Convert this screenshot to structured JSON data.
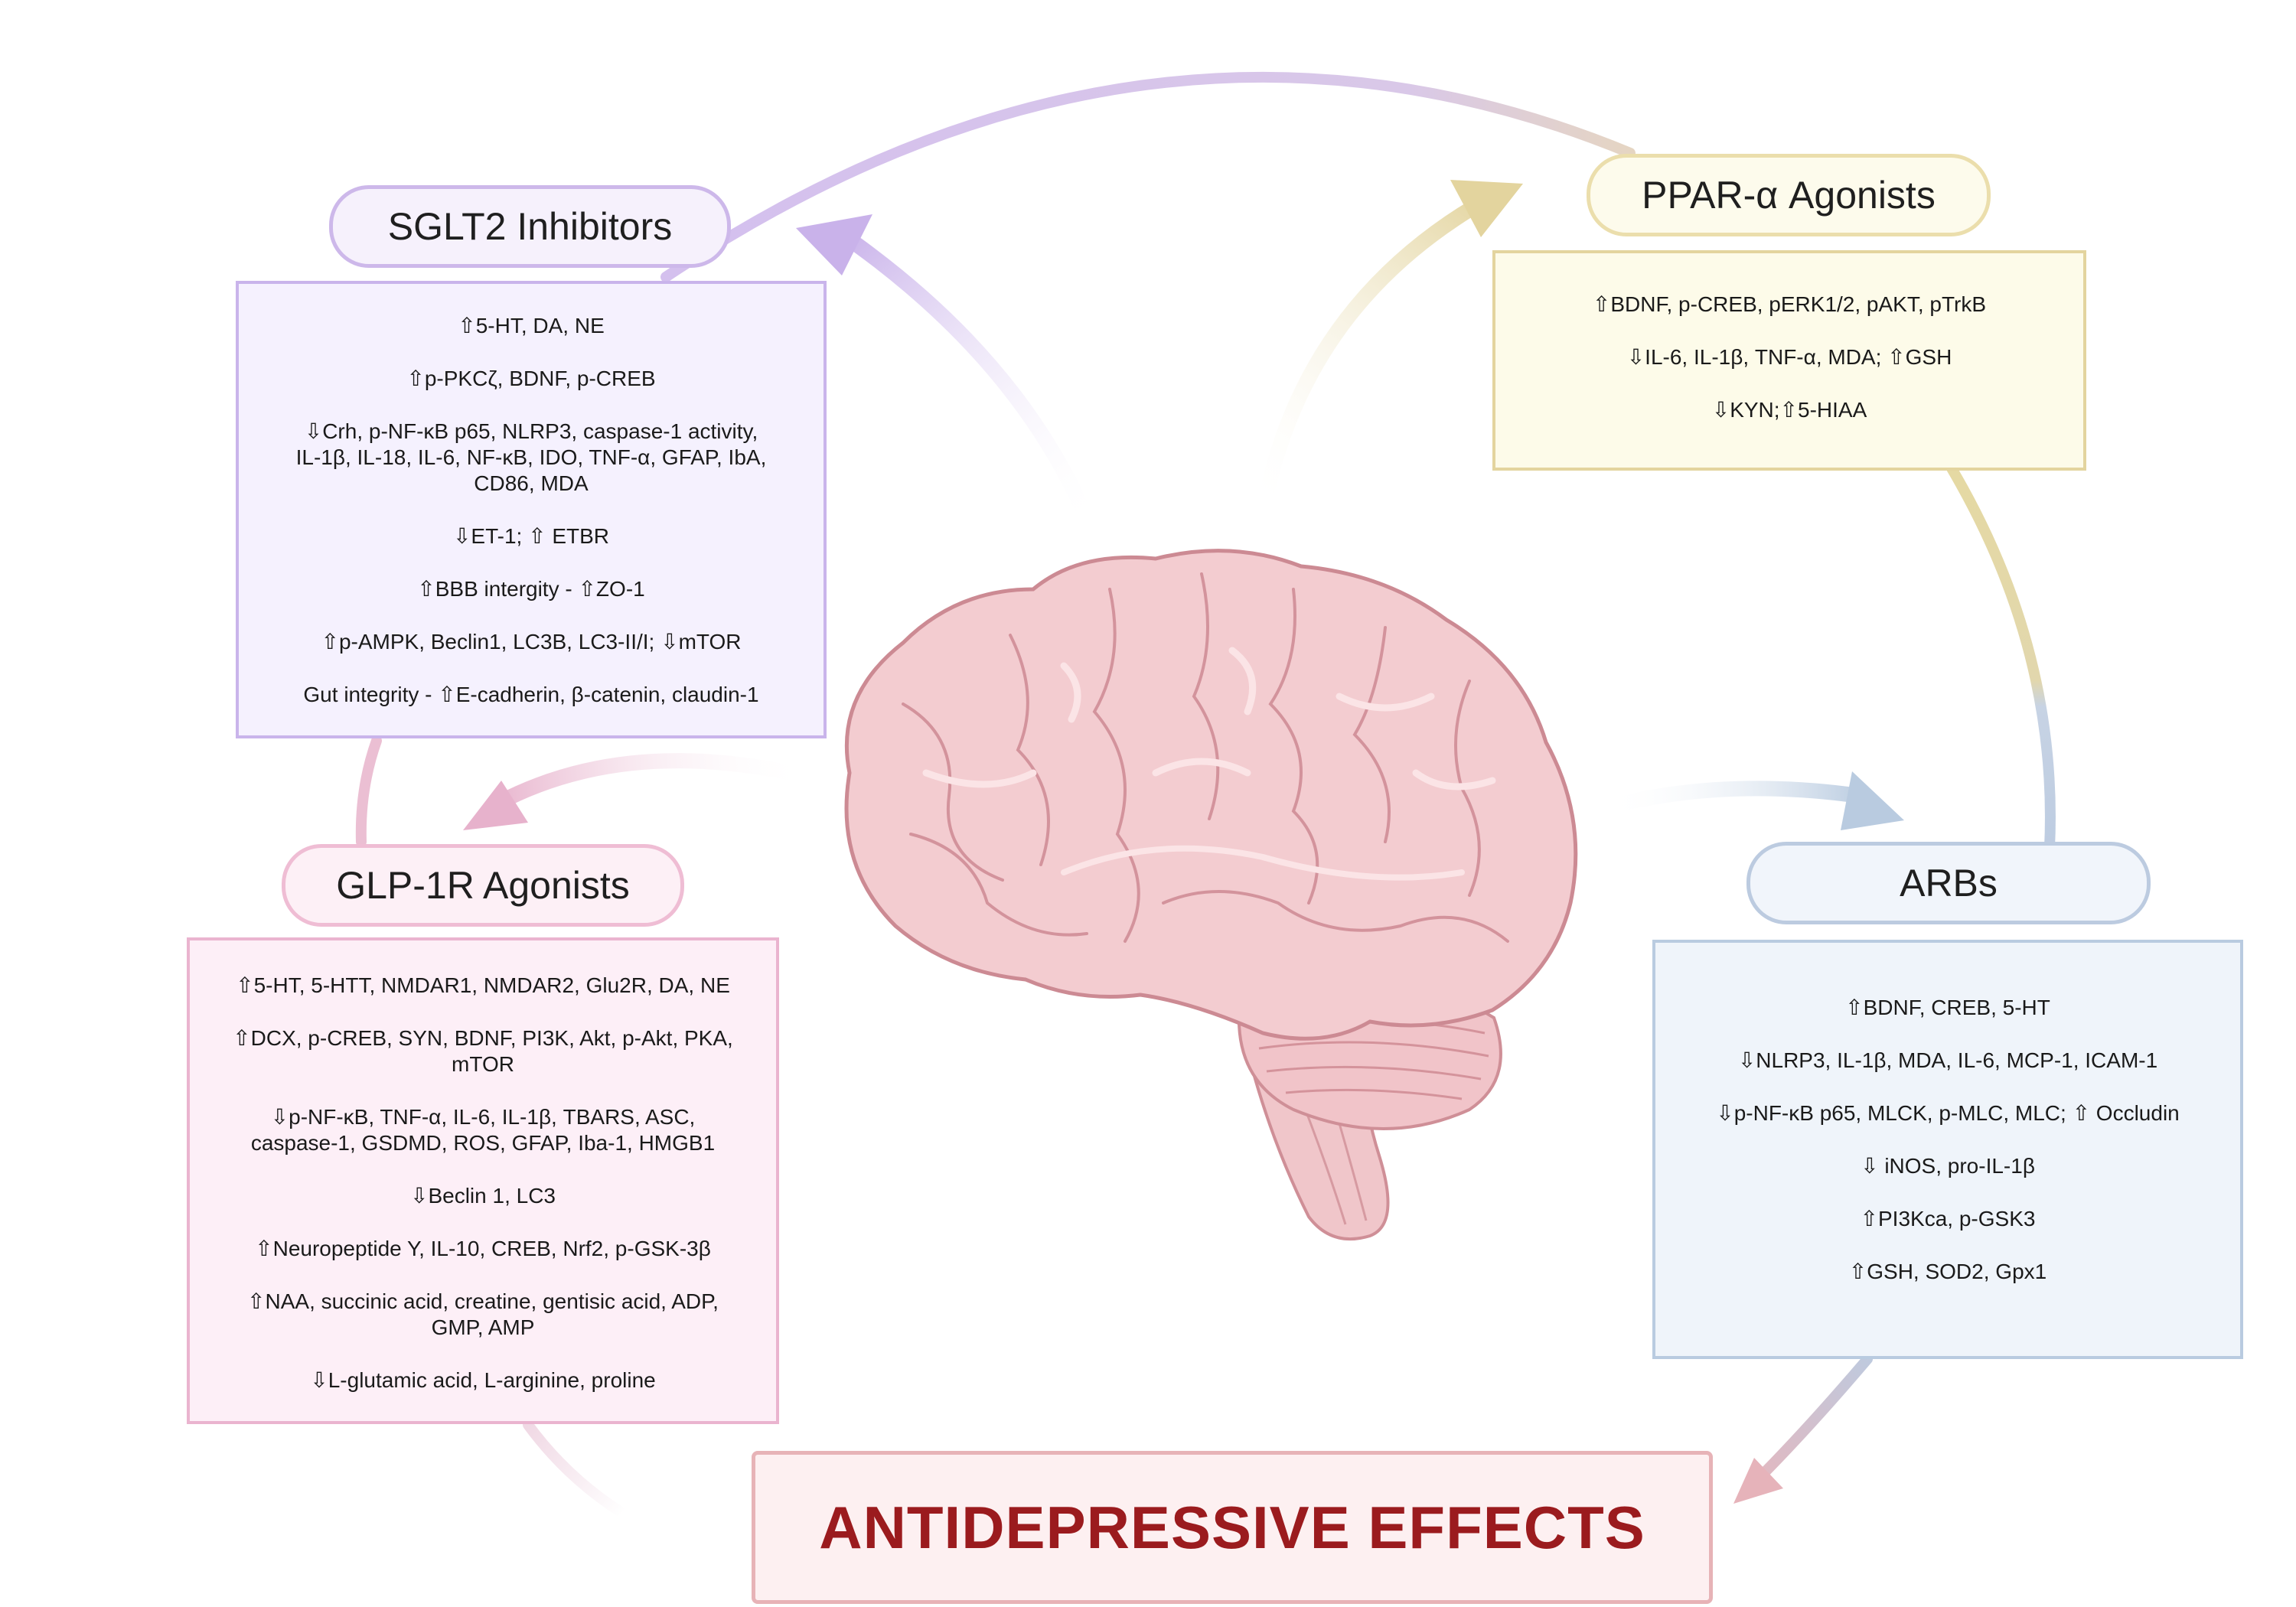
{
  "sglt2": {
    "title": "SGLT2 Inhibitors",
    "lines": [
      "⇧5-HT, DA, NE",
      "⇧p-PKCζ, BDNF, p-CREB",
      "⇩Crh, p-NF-κB p65, NLRP3, caspase-1 activity,\nIL-1β, IL-18, IL-6, NF-κB, IDO, TNF-α, GFAP, IbA,\nCD86, MDA",
      "⇩ET-1; ⇧ ETBR",
      "⇧BBB intergity - ⇧ZO-1",
      "⇧p-AMPK, Beclin1, LC3B, LC3-II/I; ⇩mTOR",
      "Gut integrity - ⇧E-cadherin, β-catenin, claudin-1"
    ]
  },
  "ppar": {
    "title": "PPAR-α Agonists",
    "lines": [
      "⇧BDNF, p-CREB, pERK1/2, pAKT, pTrkB",
      "⇩IL-6, IL-1β, TNF-α, MDA; ⇧GSH",
      "⇩KYN;⇧5-HIAA"
    ]
  },
  "glp1": {
    "title": "GLP-1R Agonists",
    "lines": [
      "⇧5-HT,  5-HTT, NMDAR1, NMDAR2, Glu2R, DA, NE",
      "⇧DCX, p-CREB, SYN, BDNF, PI3K, Akt, p-Akt, PKA,\nmTOR",
      "⇩p-NF-κB, TNF-α, IL-6, IL-1β, TBARS, ASC,\ncaspase-1, GSDMD, ROS, GFAP,  Iba-1, HMGB1",
      "⇩Beclin 1, LC3",
      "⇧Neuropeptide Y, IL-10, CREB, Nrf2, p-GSK-3β",
      "⇧NAA, succinic acid, creatine, gentisic acid, ADP,\nGMP, AMP",
      "⇩L-glutamic acid, L-arginine, proline"
    ]
  },
  "arbs": {
    "title": "ARBs",
    "lines": [
      "⇧BDNF, CREB, 5-HT",
      "⇩NLRP3, IL-1β, MDA, IL-6, MCP-1, ICAM-1",
      "⇩p-NF-κB p65, MLCK, p-MLC, MLC; ⇧ Occludin",
      "⇩ iNOS, pro-IL-1β",
      "⇧PI3Kca, p-GSK3",
      "⇧GSH, SOD2, Gpx1"
    ]
  },
  "effect": {
    "title": "ANTIDEPRESSIVE EFFECTS"
  },
  "icons": {
    "central": "brain-icon"
  },
  "colors": {
    "sglt2": "#c9b4eb",
    "ppar": "#e3d49e",
    "glp1": "#eab4cf",
    "arbs": "#b9cbe0",
    "effect": "#9b1b1e"
  }
}
